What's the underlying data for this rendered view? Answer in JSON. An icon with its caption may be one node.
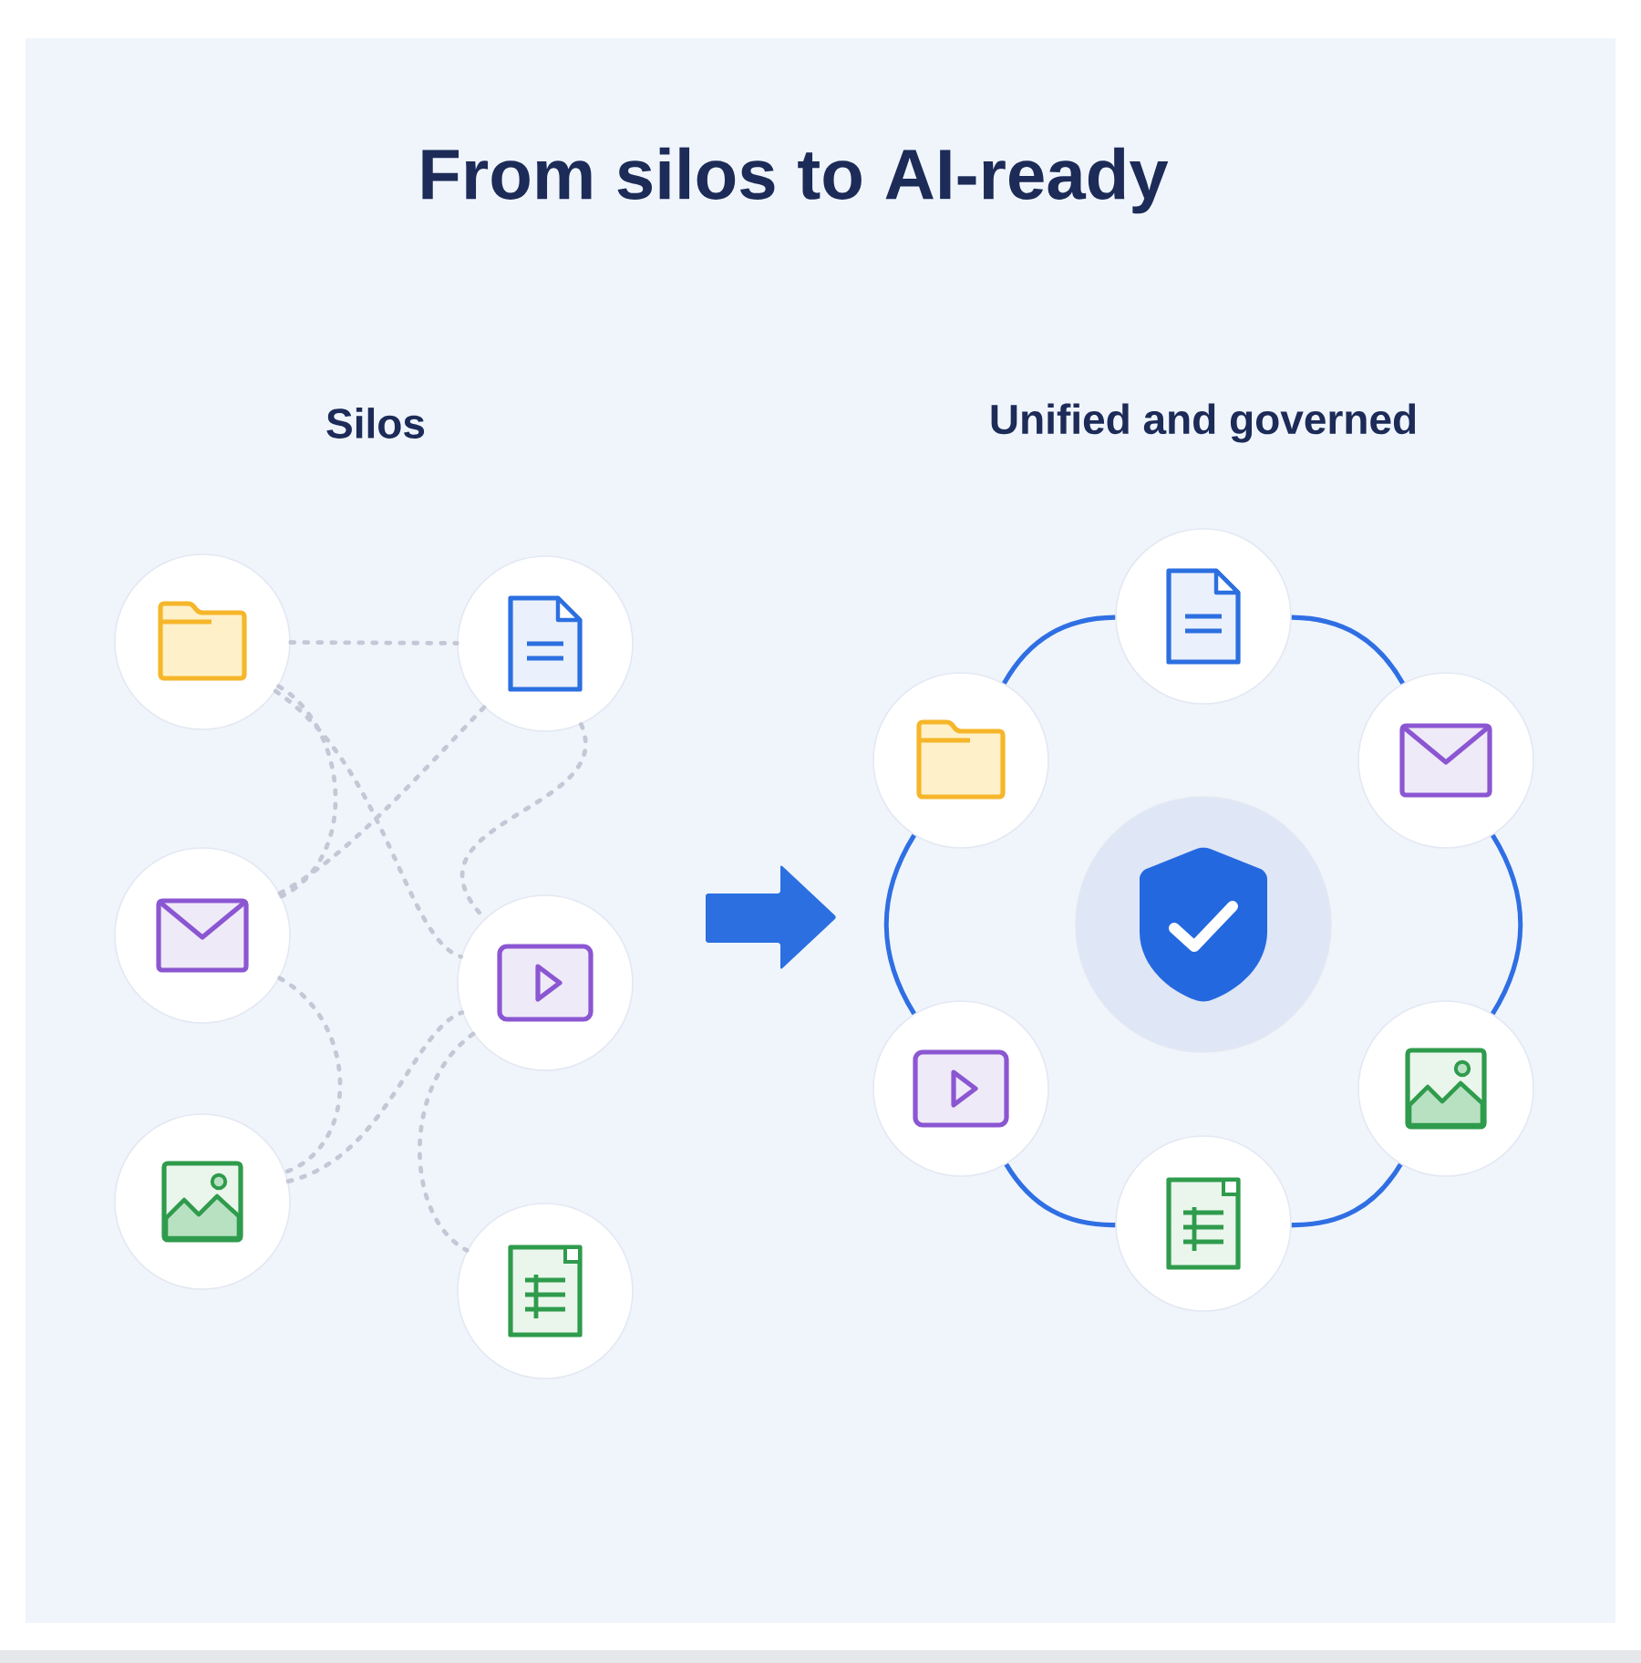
{
  "diagram": {
    "title": "From silos to AI-ready",
    "nodes": [
      {
        "text": [],
        "shape": "circle"
      },
      {
        "text": [],
        "shape": "circle"
      },
      {
        "text": [],
        "shape": "circle"
      },
      {
        "text": [],
        "shape": "circle"
      },
      {
        "text": [],
        "shape": "circle"
      },
      {
        "text": [],
        "shape": "circle"
      },
      {
        "text": [],
        "shape": "circle"
      },
      {
        "text": [],
        "shape": "circle"
      },
      {
        "text": [],
        "shape": "circle"
      },
      {
        "text": [],
        "shape": "circle"
      },
      {
        "text": [],
        "shape": "circle"
      },
      {
        "text": [],
        "shape": "circle"
      },
      {
        "text": [],
        "shape": "circle"
      }
    ],
    "edges": [
      {
        "from": 0,
        "to": 1,
        "arrow": "none",
        "style": "dashed"
      },
      {
        "from": 0,
        "to": 2,
        "arrow": "none",
        "style": "dashed"
      },
      {
        "from": 0,
        "to": 3,
        "arrow": "none",
        "style": "dashed"
      },
      {
        "from": 1,
        "to": 2,
        "arrow": "none",
        "style": "dashed"
      },
      {
        "from": 1,
        "to": 3,
        "arrow": "none",
        "style": "dashed"
      },
      {
        "from": 2,
        "to": 4,
        "arrow": "none",
        "style": "dashed"
      },
      {
        "from": 4,
        "to": 3,
        "arrow": "none",
        "style": "dashed"
      },
      {
        "from": 3,
        "to": 5,
        "arrow": "none",
        "style": "dashed"
      },
      {
        "from": 6,
        "to": 8,
        "arrow": "none",
        "color": "#2f6fe3"
      },
      {
        "from": 8,
        "to": 11,
        "arrow": "none",
        "color": "#2f6fe3"
      },
      {
        "from": 11,
        "to": 12,
        "arrow": "none",
        "color": "#2f6fe3"
      },
      {
        "from": 12,
        "to": 10,
        "arrow": "none",
        "color": "#2f6fe3"
      },
      {
        "from": 10,
        "to": 7,
        "arrow": "none",
        "color": "#2f6fe3"
      },
      {
        "from": 7,
        "to": 6,
        "arrow": "none",
        "color": "#2f6fe3"
      }
    ],
    "labels": [
      "Silos",
      "Unified and governed"
    ]
  }
}
